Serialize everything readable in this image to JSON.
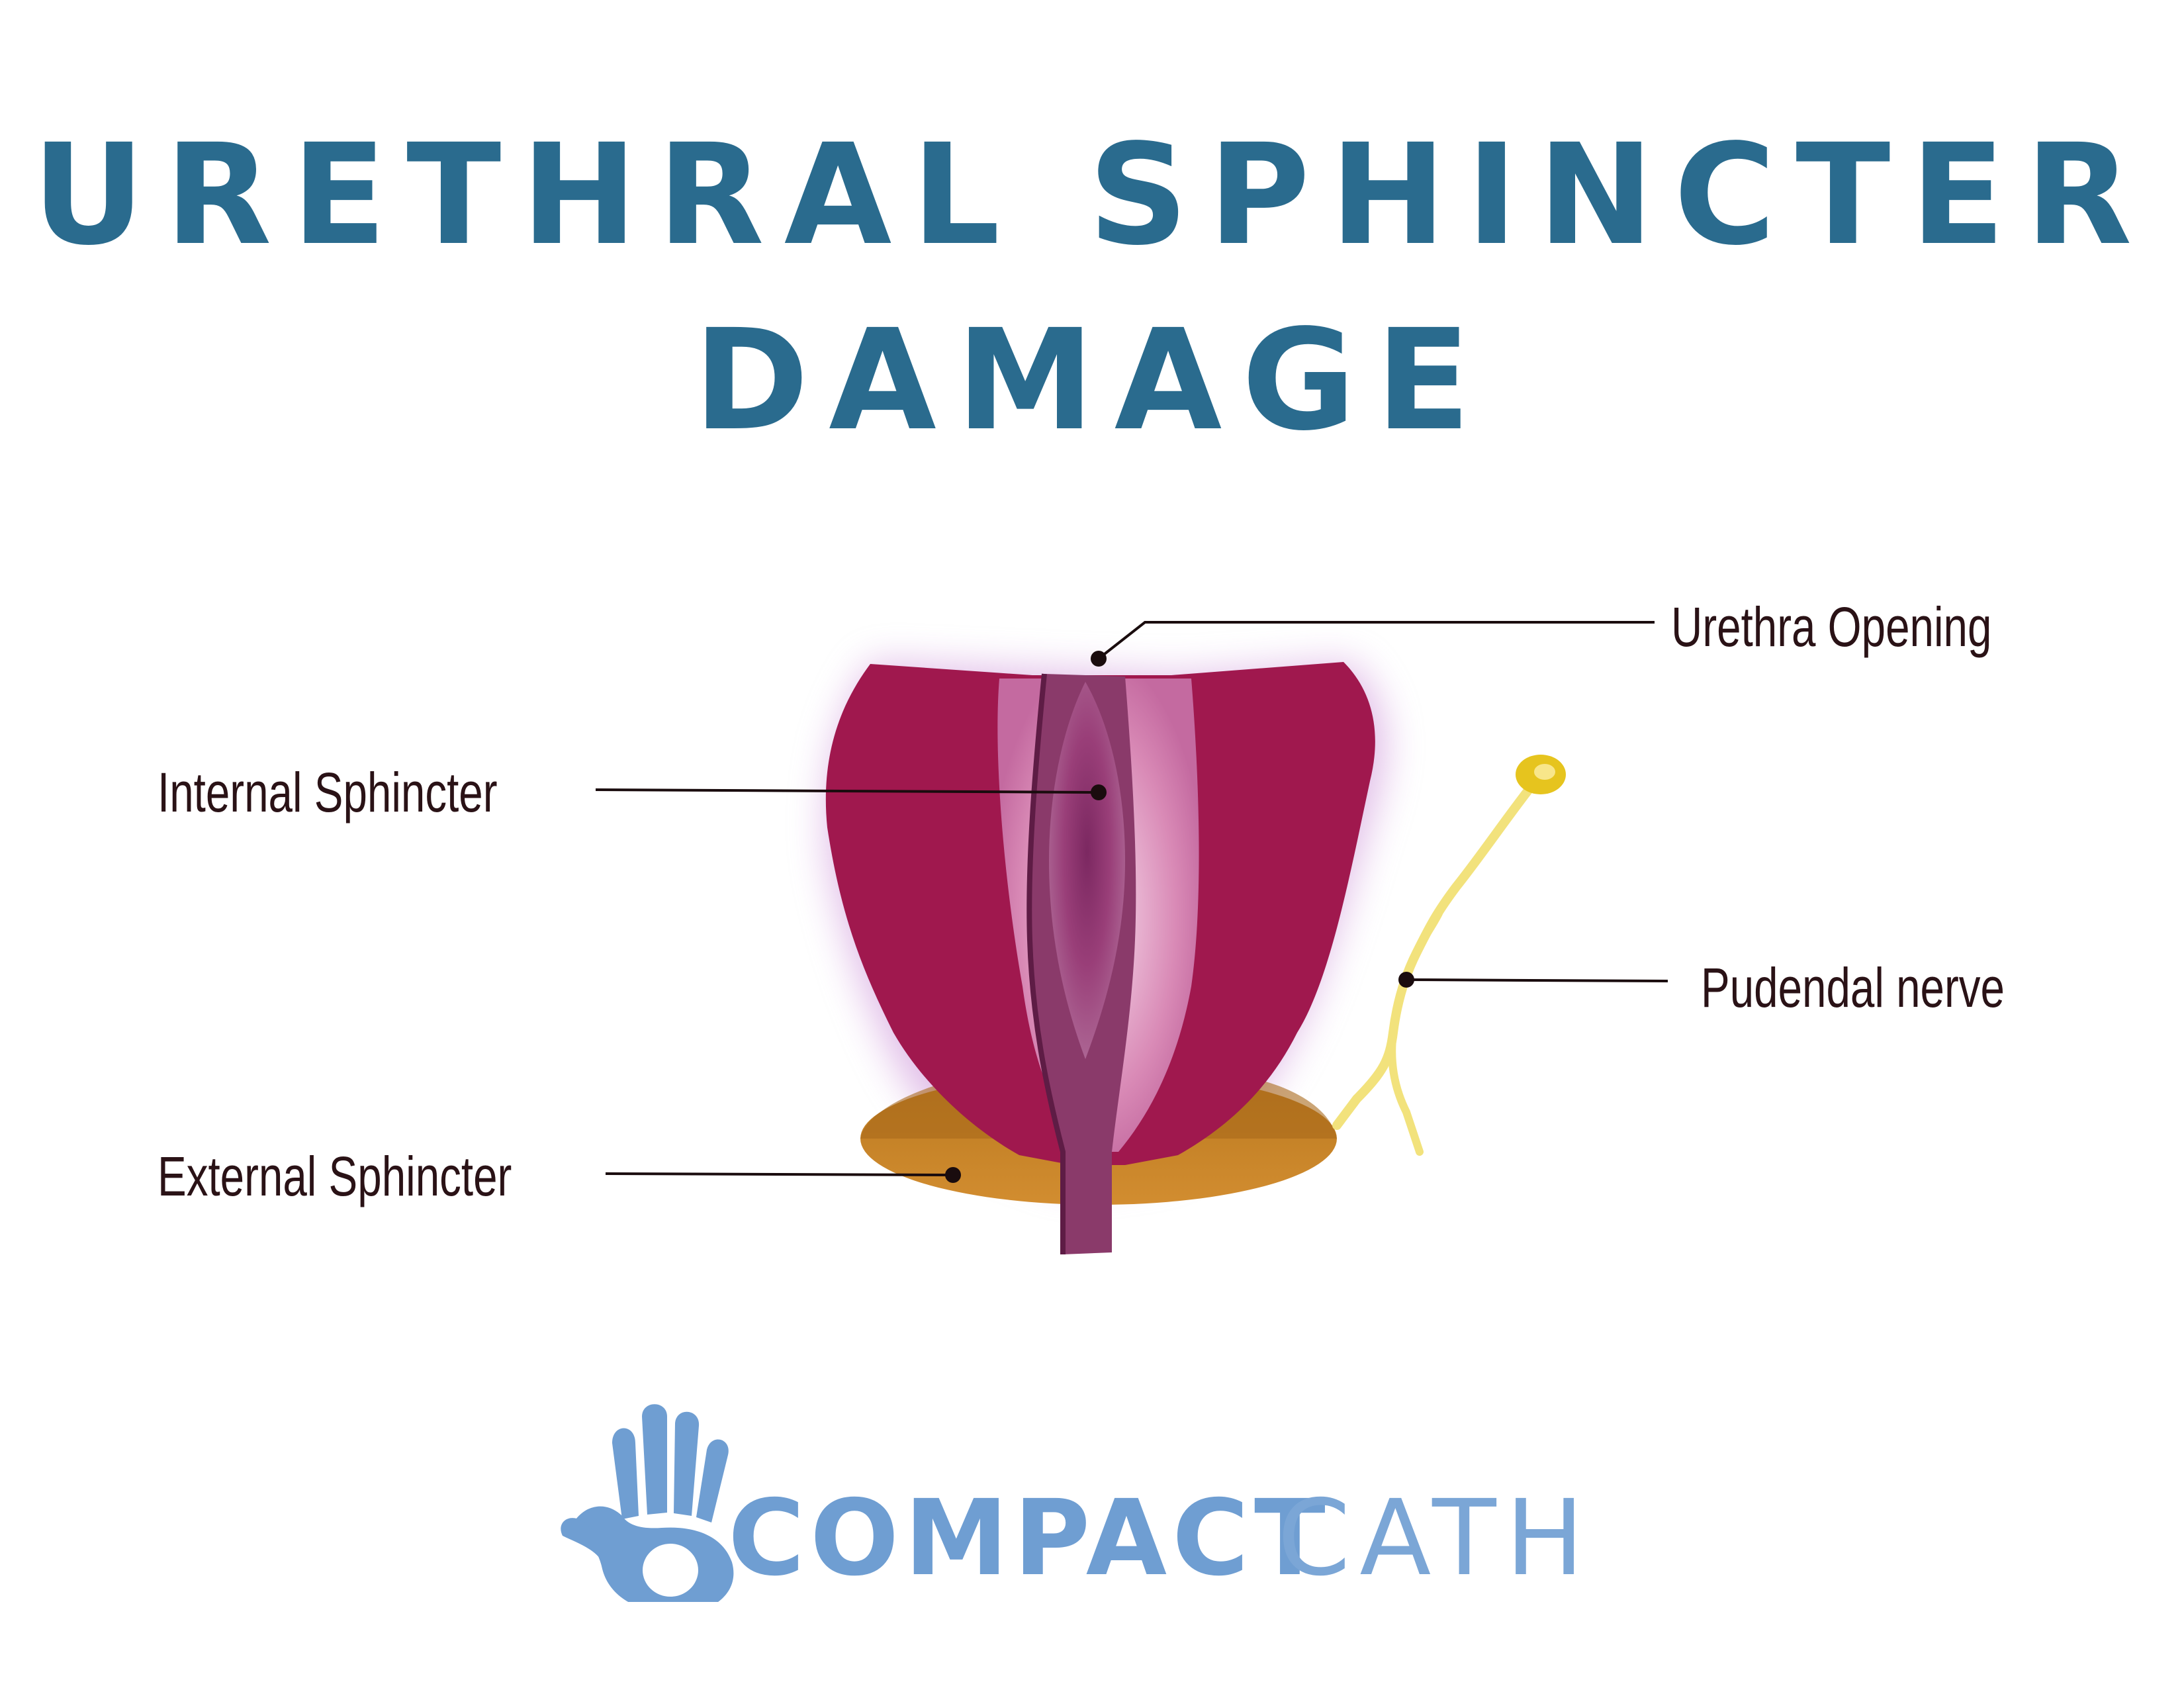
{
  "title": {
    "line1": "URETHRAL SPHINCTER",
    "line2": "DAMAGE"
  },
  "labels": {
    "urethra_opening": "Urethra Opening",
    "internal_sphincter": "Internal Sphincter",
    "pudendal_nerve": "Pudendal nerve",
    "external_sphincter": "External Sphincter"
  },
  "logo": {
    "word1": "COMPACT",
    "word2": "CATH",
    "icon": "hand-icon"
  },
  "colors": {
    "title": "#2a6b8e",
    "bladder_muscle": "#a0184e",
    "inner_lining": "#d27aa9",
    "urethra": "#8a3a6a",
    "external_sphincter": "#c9872c",
    "pudendal_nerve": "#f2e27c",
    "nerve_tip": "#e6c41e",
    "label_text": "#2a1216",
    "logo": "#6f9ed2"
  }
}
